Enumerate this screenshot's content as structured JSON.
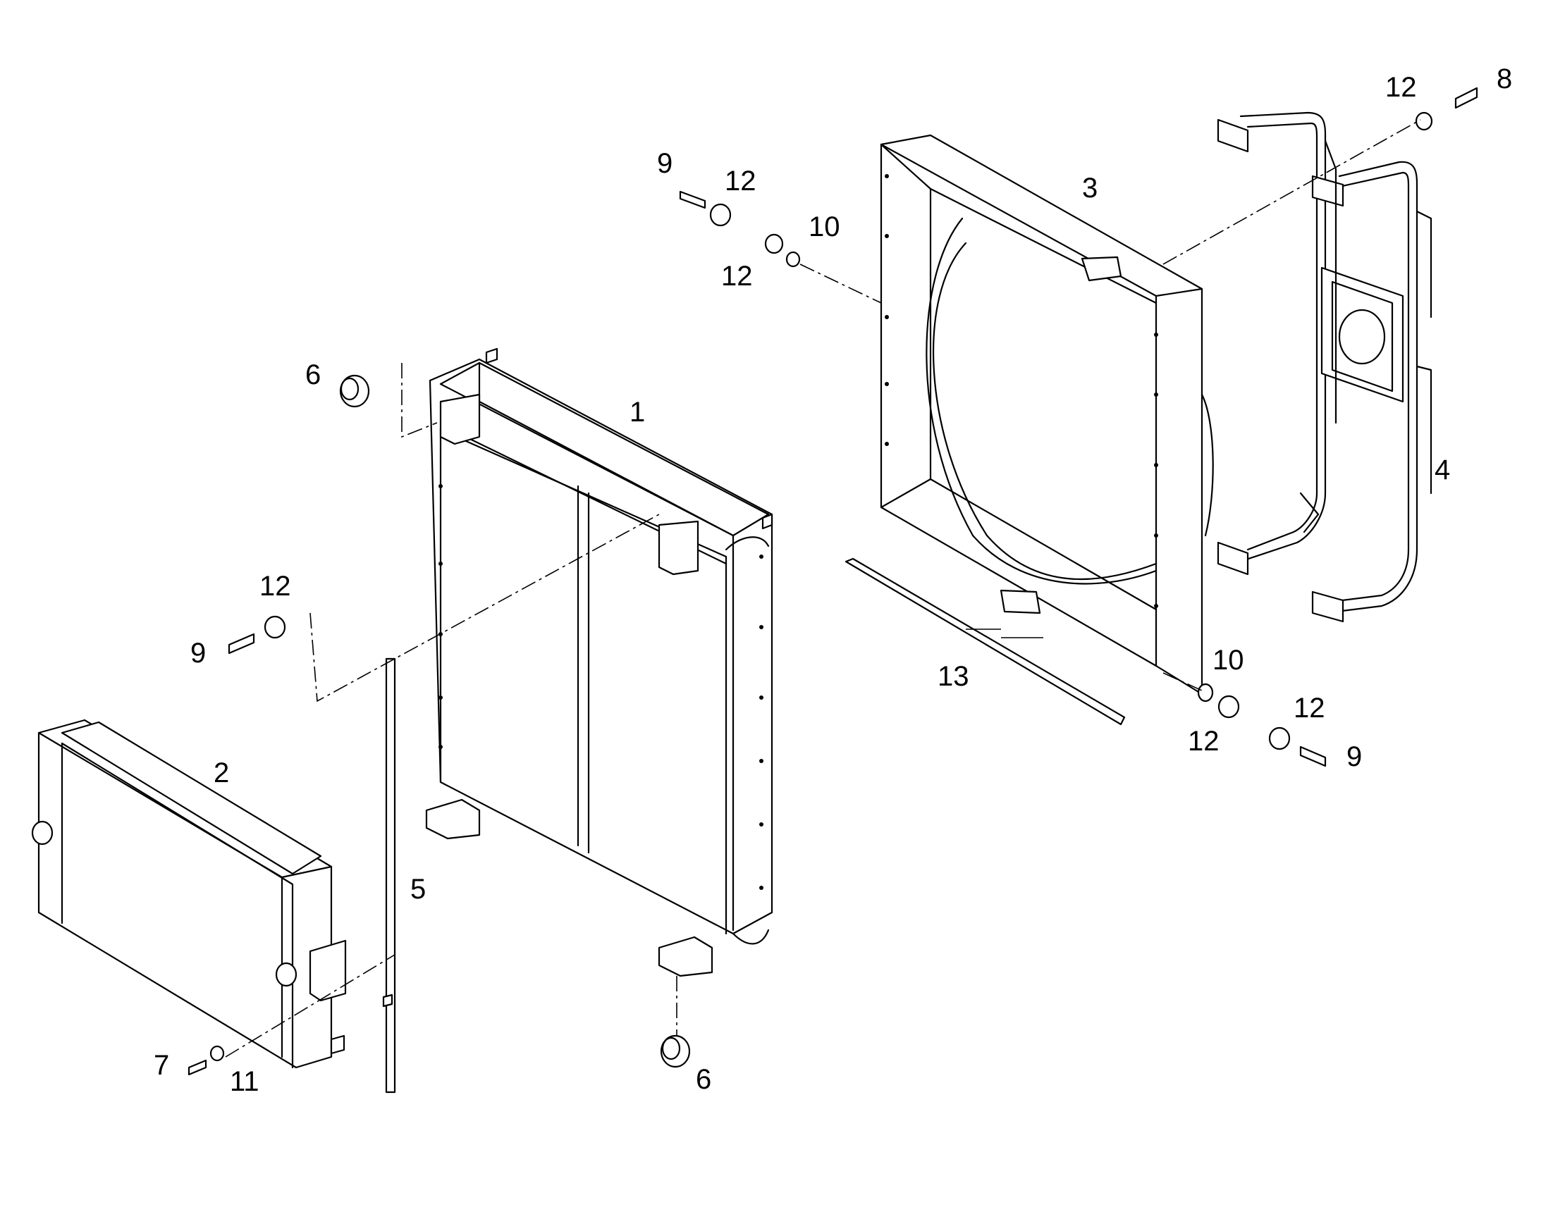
{
  "callouts": {
    "c1": "1",
    "c2": "2",
    "c3": "3",
    "c4": "4",
    "c5": "5",
    "c6a": "6",
    "c6b": "6",
    "c7": "7",
    "c8": "8",
    "c9a": "9",
    "c9b": "9",
    "c9c": "9",
    "c10a": "10",
    "c10b": "10",
    "c11": "11",
    "c12a": "12",
    "c12b": "12",
    "c12c": "12",
    "c12d": "12",
    "c12e": "12",
    "c12f": "12",
    "c13": "13"
  }
}
